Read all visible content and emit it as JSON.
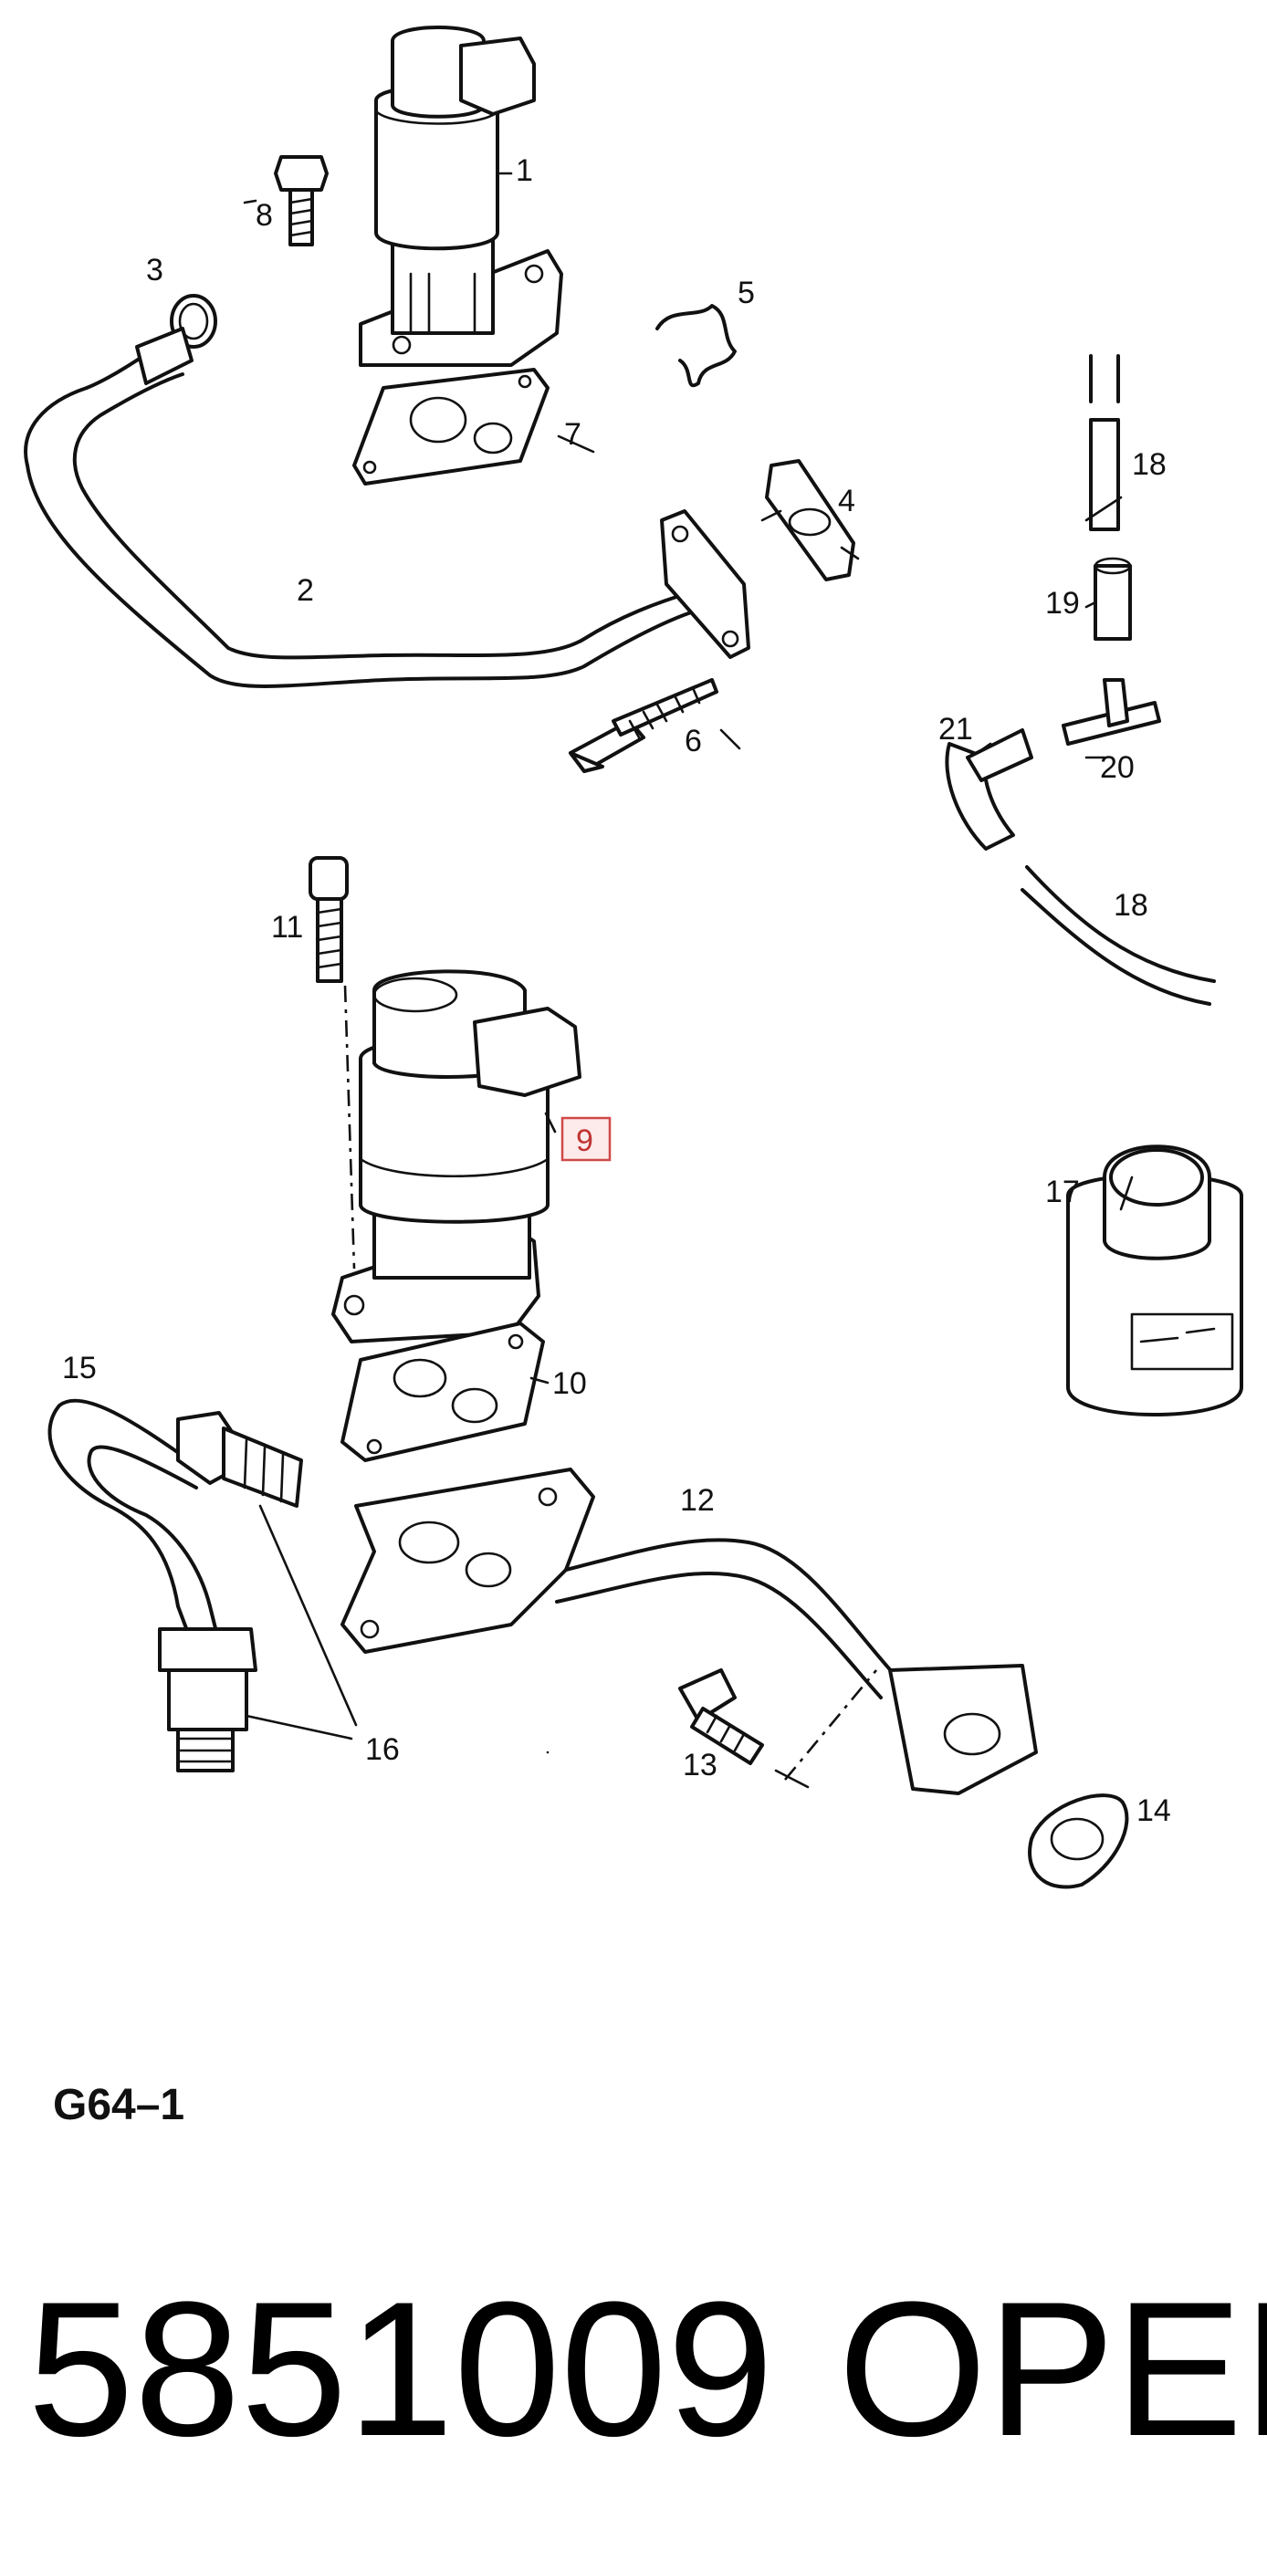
{
  "callouts": {
    "c1": "1",
    "c2": "2",
    "c3": "3",
    "c4": "4",
    "c5": "5",
    "c6": "6",
    "c7": "7",
    "c8": "8",
    "c9": "9",
    "c10": "10",
    "c11": "11",
    "c12": "12",
    "c13": "13",
    "c14": "14",
    "c15": "15",
    "c16": "16",
    "c17": "17",
    "c18a": "18",
    "c18b": "18",
    "c19": "19",
    "c20": "20",
    "c21": "21"
  },
  "highlighted_callout": "9",
  "highlight_color": "#d04848",
  "diagram_code": "G64–1",
  "footer": {
    "part_number": "5851009",
    "brand": "OPEL"
  }
}
